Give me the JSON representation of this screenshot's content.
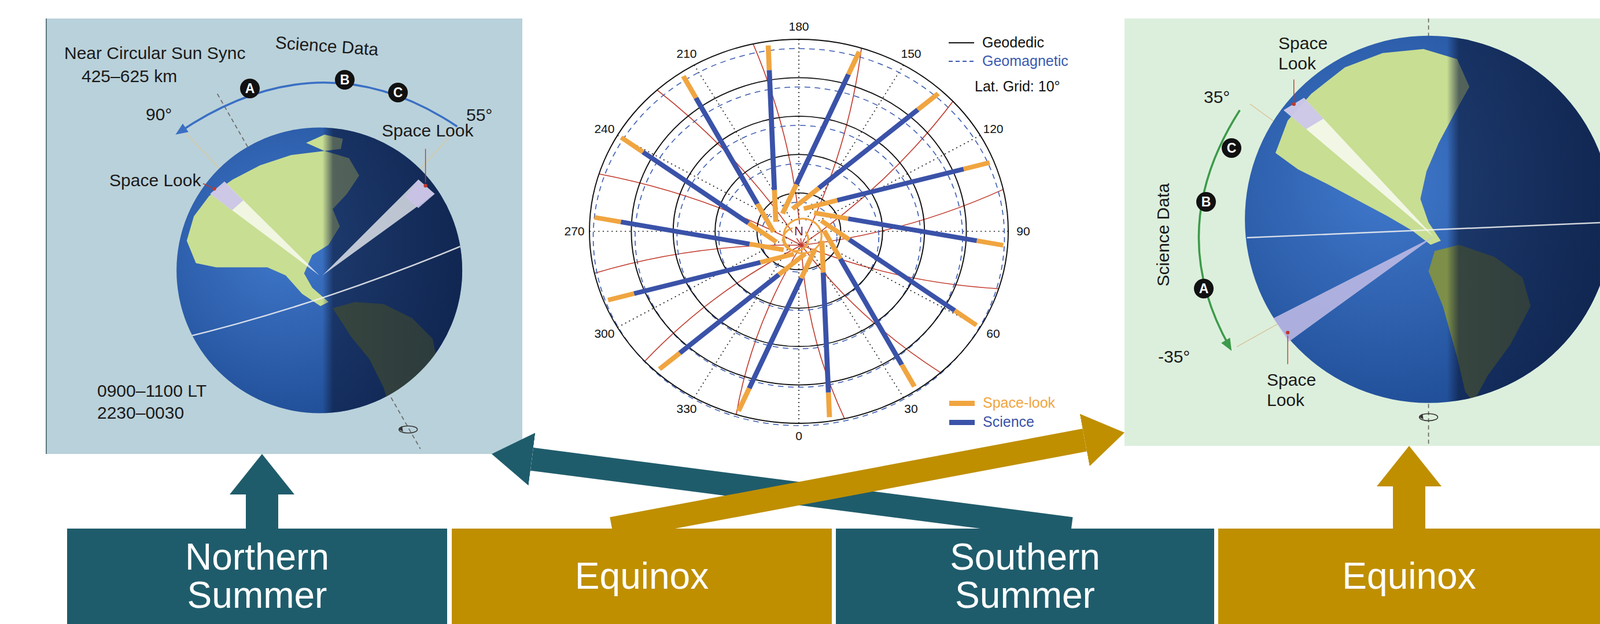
{
  "diagram": {
    "nodes": [
      {
        "text": [
          "Near Circular Sun Sync",
          "425–625 km",
          "Science Data",
          "A",
          "B",
          "C",
          "90°",
          "55°",
          "Space Look",
          "Space Look",
          "0900–1100 LT",
          "2230–0030"
        ]
      },
      {
        "text": [
          "Space Look",
          "35°",
          "C",
          "Science Data",
          "B",
          "A",
          "-35°",
          "Space Look"
        ]
      },
      {
        "text": [
          "Northern Summer"
        ]
      },
      {
        "text": [
          "Equinox"
        ]
      },
      {
        "text": [
          "Southern Summer"
        ]
      },
      {
        "text": [
          "Equinox"
        ]
      }
    ],
    "edges": [
      {
        "from": 2,
        "to": 0,
        "arrow": "to"
      },
      {
        "from": 4,
        "to": 0,
        "arrow": "to"
      },
      {
        "from": 3,
        "to": 1,
        "arrow": "to"
      },
      {
        "from": 5,
        "to": 1,
        "arrow": "to"
      }
    ],
    "labels": [
      "180",
      "150",
      "120",
      "90",
      "60",
      "30",
      "0",
      "330",
      "300",
      "270",
      "240",
      "210",
      "N",
      "Lat. Grid: 10°"
    ],
    "legend": [
      {
        "text": "Geodedic"
      },
      {
        "text": "Geomagnetic"
      },
      {
        "text": "Space-look",
        "color": "#f0a540"
      },
      {
        "text": "Science",
        "color": "#3a52a8"
      }
    ]
  }
}
